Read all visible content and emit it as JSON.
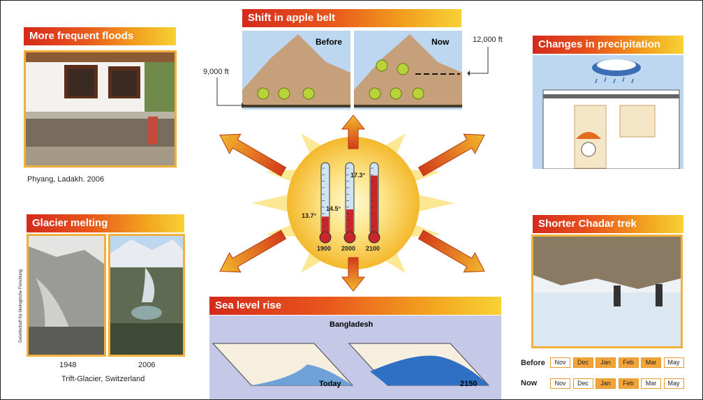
{
  "center": {
    "thermometers": [
      {
        "year": "1900",
        "temp": "13.7°",
        "level": 0.25
      },
      {
        "year": "2000",
        "temp": "14.5°",
        "level": 0.35
      },
      {
        "year": "2100",
        "temp": "17.3°",
        "level": 0.82
      }
    ]
  },
  "floods": {
    "title": "More frequent floods",
    "caption": "Phyang, Ladakh. 2006"
  },
  "apple": {
    "title": "Shift in apple belt",
    "before_label": "Before",
    "now_label": "Now",
    "low_alt": "9,000 ft",
    "high_alt": "12,000 ft"
  },
  "precip": {
    "title": "Changes in precipitation"
  },
  "glacier": {
    "title": "Glacier melting",
    "year_left": "1948",
    "year_right": "2006",
    "caption": "Trift-Glacier, Switzerland",
    "credit": "Gesellschaft für ökologische Forschung"
  },
  "chadar": {
    "title": "Shorter Chadar trek",
    "before_label": "Before",
    "now_label": "Now",
    "months": [
      "Nov",
      "Dec",
      "Jan",
      "Feb",
      "Mar",
      "May"
    ],
    "before_active": [
      false,
      true,
      true,
      true,
      true,
      false
    ],
    "now_active": [
      false,
      false,
      true,
      true,
      false,
      false
    ]
  },
  "sea": {
    "title": "Sea level rise",
    "region": "Bangladesh",
    "today_label": "Today",
    "future_label": "2150"
  },
  "colors": {
    "banner_start": "#d42a1c",
    "banner_end": "#f8d234",
    "frame": "#f0b03a",
    "mercury": "#c8262a",
    "sky": "#bcd7ef",
    "water": "#2f6fc4"
  }
}
